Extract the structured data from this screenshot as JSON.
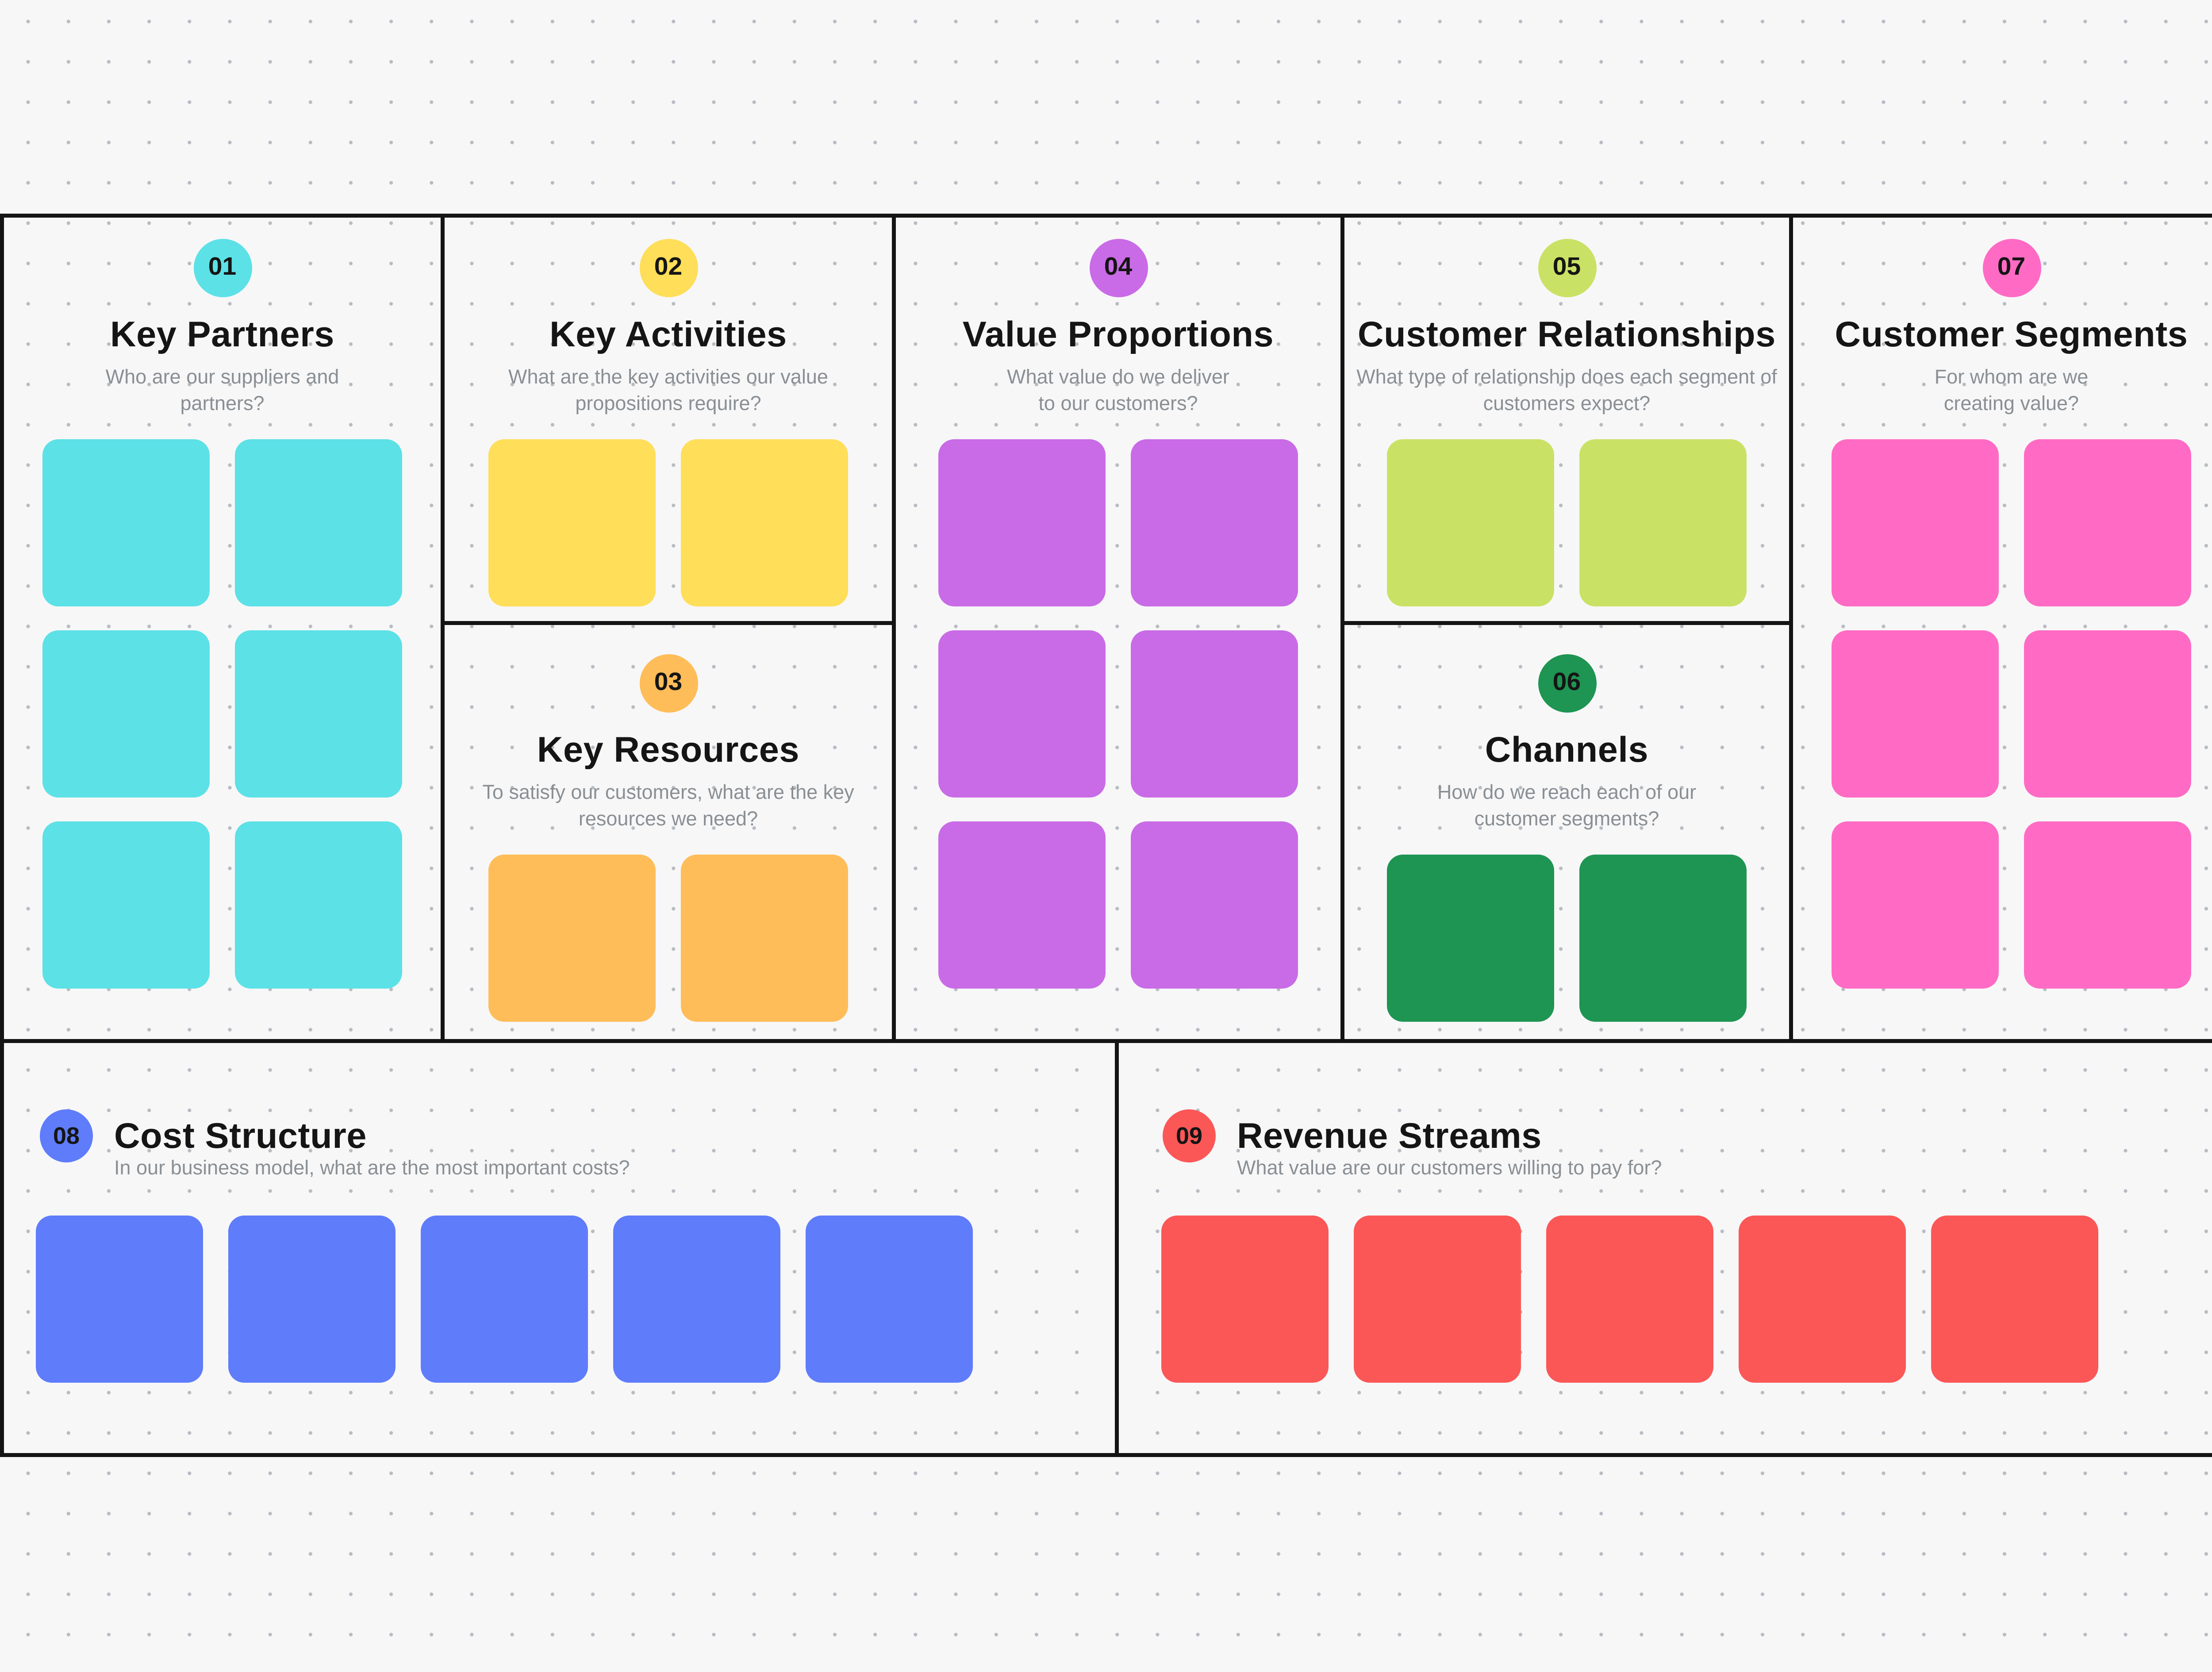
{
  "canvas": {
    "background_color": "#f7f7f8",
    "dot_color": "#b7bcc2",
    "border_color": "#141414",
    "sections": [
      {
        "number": "01",
        "title": "Key Partners",
        "subtitle": "Who are our suppliers and partners?",
        "color": "#5CE1E6",
        "note_count": 6
      },
      {
        "number": "02",
        "title": "Key Activities",
        "subtitle": "What are the key activities our value propositions require?",
        "color": "#FFDE59",
        "note_count": 2
      },
      {
        "number": "03",
        "title": "Key Resources",
        "subtitle": "To satisfy our customers, what are the key resources we need?",
        "color": "#FFBD59",
        "note_count": 2
      },
      {
        "number": "04",
        "title": "Value Proportions",
        "subtitle": "What value do we deliver to our customers?",
        "color": "#C96BE6",
        "note_count": 6
      },
      {
        "number": "05",
        "title": "Customer Relationships",
        "subtitle": "What type of relationship does each segment of customers expect?",
        "color": "#C9E265",
        "note_count": 2
      },
      {
        "number": "06",
        "title": "Channels",
        "subtitle": "How do we reach each of our customer segments?",
        "color": "#1E9552",
        "note_count": 2
      },
      {
        "number": "07",
        "title": "Customer Segments",
        "subtitle": "For whom are we creating value?",
        "color": "#FF6BC4",
        "note_count": 6
      },
      {
        "number": "08",
        "title": "Cost Structure",
        "subtitle": "In our business model, what are the most important costs?",
        "color": "#5F7CFA",
        "note_count": 5
      },
      {
        "number": "09",
        "title": "Revenue Streams",
        "subtitle": "What value are our customers willing to pay for?",
        "color": "#FB5757",
        "note_count": 5
      }
    ]
  }
}
